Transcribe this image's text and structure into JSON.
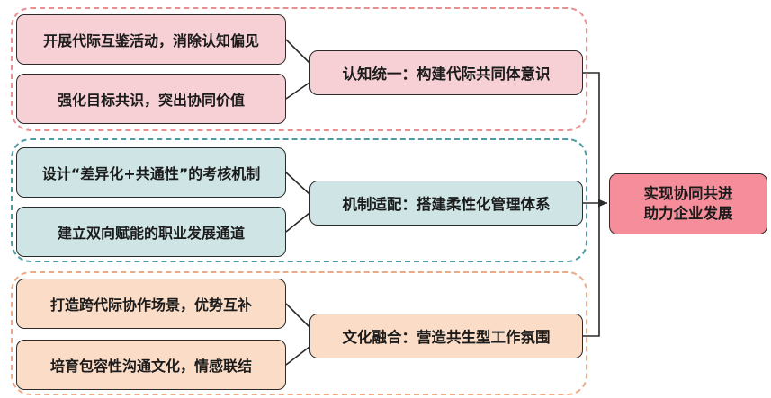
{
  "groups": [
    {
      "theme": "pink",
      "border_color": "#ea8f8f",
      "fill_color": "#f7d0d6",
      "measures": [
        "开展代际互鉴活动，消除认知偏见",
        "强化目标共识，突出协同价值"
      ],
      "principle": "认知统一：构建代际共同体意识"
    },
    {
      "theme": "teal",
      "border_color": "#4e9aa2",
      "fill_color": "#cfe5e5",
      "measures": [
        "设计“差异化+共通性”的考核机制",
        "建立双向赋能的职业发展通道"
      ],
      "principle": "机制适配：搭建柔性化管理体系"
    },
    {
      "theme": "peach",
      "border_color": "#ecab86",
      "fill_color": "#fbdcc7",
      "measures": [
        "打造跨代际协作场景，优势互补",
        "培育包容性沟通文化，情感联结"
      ],
      "principle": "文化融合：营造共生型工作氛围"
    }
  ],
  "goal": {
    "text": "实现协同共进\n助力企业发展",
    "fill_color": "#f58e9a"
  }
}
